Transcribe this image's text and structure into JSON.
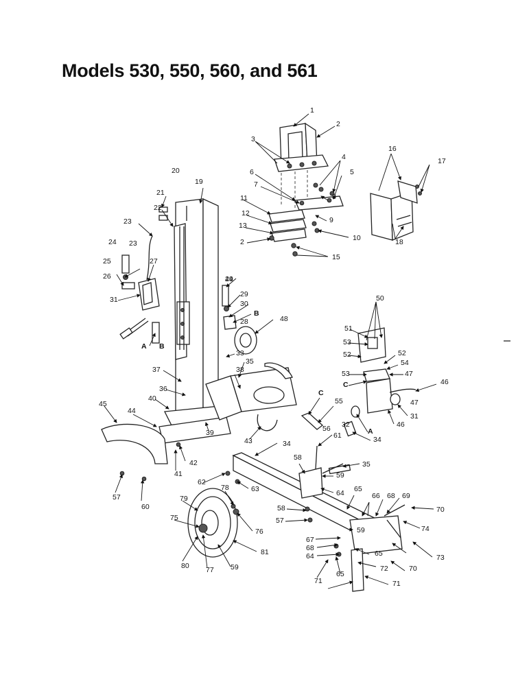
{
  "title": "Models 530, 550, 560, and 561",
  "callouts": [
    "1",
    "2",
    "3",
    "4",
    "5",
    "6",
    "7",
    "8",
    "9",
    "10",
    "11",
    "12",
    "13",
    "2",
    "15",
    "16",
    "17",
    "18",
    "19",
    "20",
    "21",
    "22",
    "23",
    "24",
    "25",
    "26",
    "27",
    "31",
    "A",
    "B",
    "23",
    "24",
    "28",
    "29",
    "30",
    "B",
    "48",
    "49",
    "50",
    "51",
    "53",
    "52",
    "52",
    "54",
    "53",
    "47",
    "C",
    "46",
    "47",
    "C",
    "55",
    "56",
    "46",
    "A",
    "31",
    "32",
    "34",
    "33",
    "35",
    "37",
    "38",
    "36",
    "40",
    "39",
    "45",
    "44",
    "43",
    "41",
    "42",
    "57",
    "60",
    "34",
    "61",
    "35",
    "58",
    "59",
    "62",
    "63",
    "64",
    "65",
    "66",
    "68",
    "69",
    "70",
    "74",
    "78",
    "79",
    "75",
    "76",
    "81",
    "80",
    "77",
    "59",
    "58",
    "57",
    "67",
    "68",
    "64",
    "59",
    "65",
    "72",
    "70",
    "65",
    "71",
    "71",
    "73"
  ]
}
